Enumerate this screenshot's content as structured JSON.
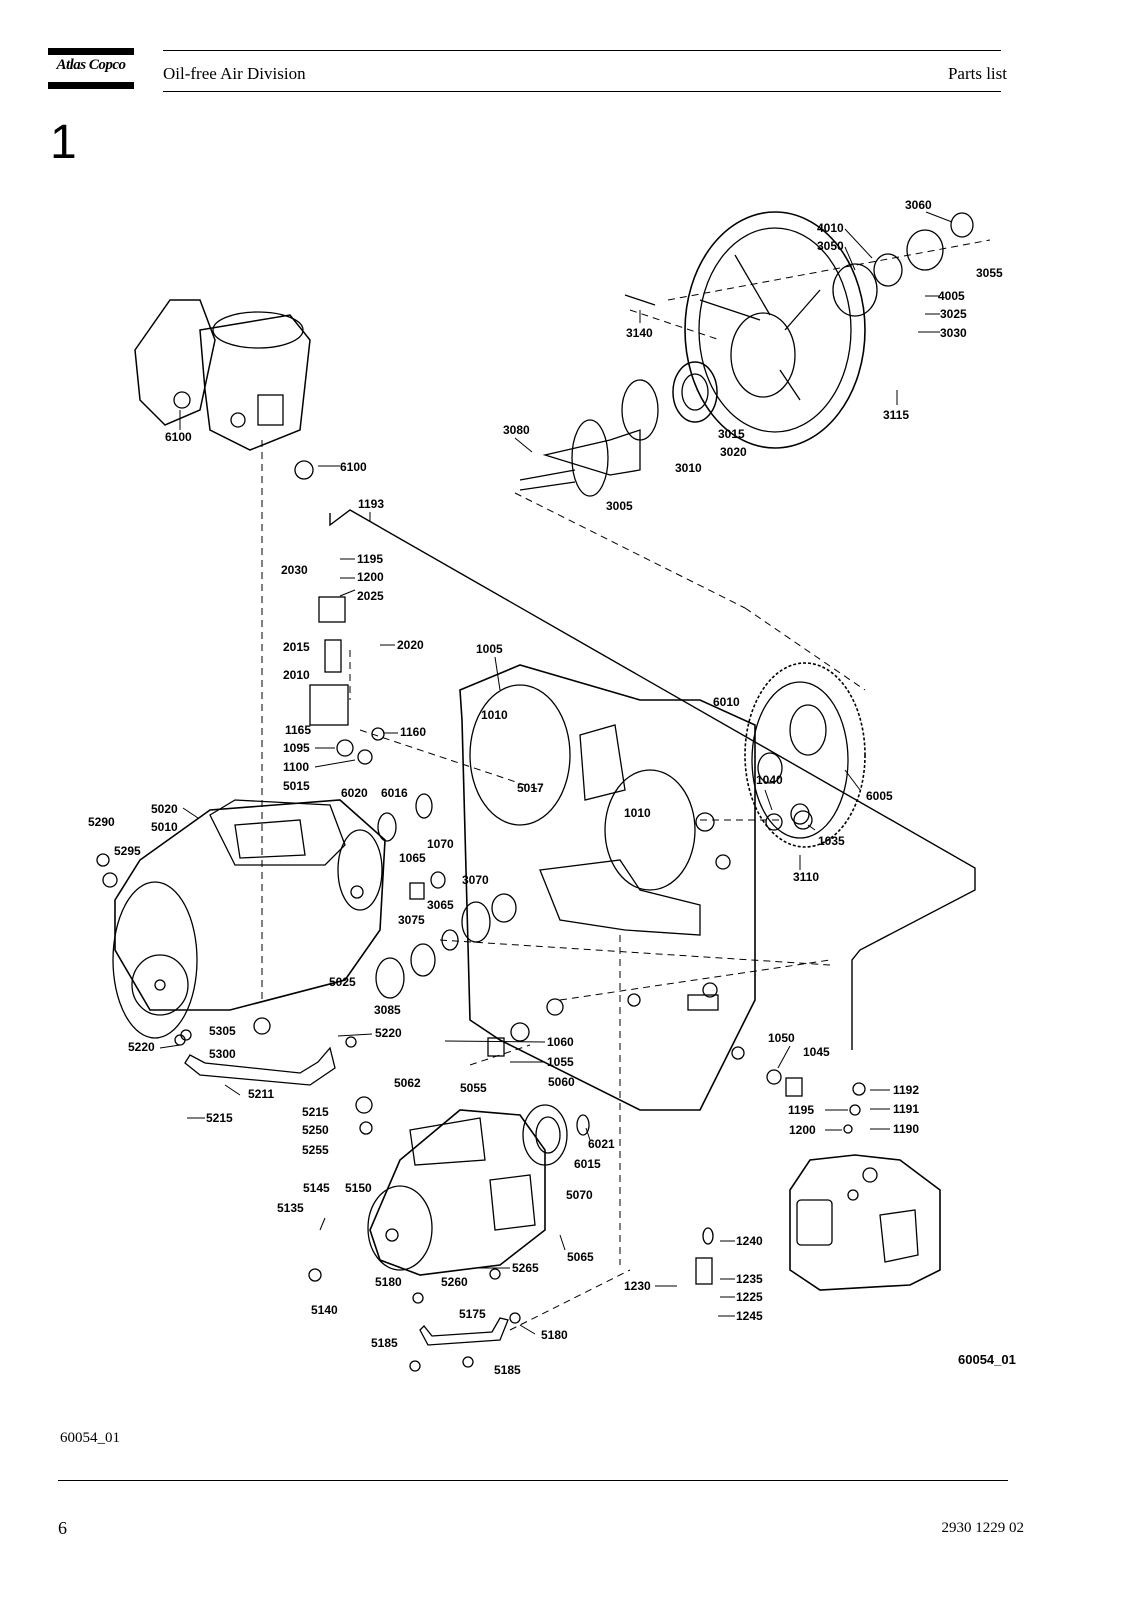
{
  "header": {
    "logo_text": "Atlas Copco",
    "division": "Oil-free Air Division",
    "doc_type": "Parts list"
  },
  "section_number": "1",
  "diagram": {
    "figure_id": "60054_01",
    "part_labels": [
      "3060",
      "4010",
      "3050",
      "3055",
      "4005",
      "3025",
      "3030",
      "3140",
      "3115",
      "3080",
      "3015",
      "3020",
      "3010",
      "3005",
      "6100",
      "6100",
      "1193",
      "1195",
      "2030",
      "1200",
      "2025",
      "2015",
      "2020",
      "2010",
      "1165",
      "1160",
      "1095",
      "1100",
      "1005",
      "1010",
      "5017",
      "6010",
      "1040",
      "1010",
      "6005",
      "1035",
      "3110",
      "5015",
      "6020",
      "6016",
      "5020",
      "5290",
      "5010",
      "5295",
      "1070",
      "1065",
      "3070",
      "3065",
      "3075",
      "5025",
      "3085",
      "1060",
      "1055",
      "1050",
      "1045",
      "5305",
      "5220",
      "5220",
      "5300",
      "5211",
      "5215",
      "5062",
      "5055",
      "5060",
      "5215",
      "5250",
      "5255",
      "6021",
      "6015",
      "1192",
      "1195",
      "1191",
      "1200",
      "1190",
      "5145",
      "5150",
      "5135",
      "5070",
      "5065",
      "5265",
      "5180",
      "5260",
      "5140",
      "5175",
      "5180",
      "5185",
      "5185",
      "1240",
      "1235",
      "1230",
      "1225",
      "1245"
    ]
  },
  "footer": {
    "figure_caption": "60054_01",
    "page_number": "6",
    "document_number": "2930 1229 02"
  }
}
